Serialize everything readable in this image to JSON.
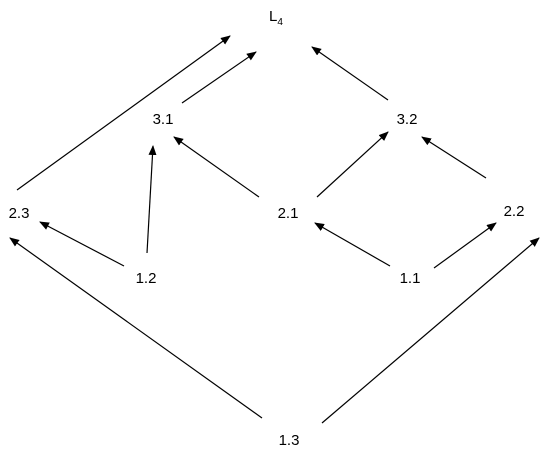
{
  "diagram": {
    "nodes": {
      "L4": {
        "main": "L",
        "sub": "4"
      },
      "n3_1": "3.1",
      "n3_2": "3.2",
      "n2_3": "2.3",
      "n2_1": "2.1",
      "n2_2": "2.2",
      "n1_2": "1.2",
      "n1_1": "1.1",
      "n1_3": "1.3"
    },
    "edges": [
      {
        "from": "2.3",
        "to": "L4"
      },
      {
        "from": "3.1",
        "to": "L4"
      },
      {
        "from": "3.2",
        "to": "L4"
      },
      {
        "from": "1.2",
        "to": "3.1"
      },
      {
        "from": "2.1",
        "to": "3.1"
      },
      {
        "from": "2.1",
        "to": "3.2"
      },
      {
        "from": "2.2",
        "to": "3.2"
      },
      {
        "from": "1.2",
        "to": "2.3"
      },
      {
        "from": "1.1",
        "to": "2.1"
      },
      {
        "from": "1.1",
        "to": "2.2"
      },
      {
        "from": "1.3",
        "to": "2.3"
      },
      {
        "from": "1.3",
        "to": "2.2"
      }
    ]
  }
}
